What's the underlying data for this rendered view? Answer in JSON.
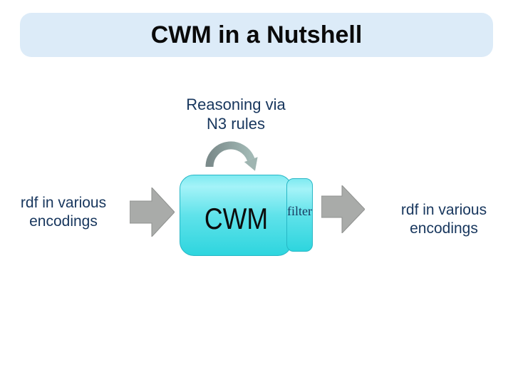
{
  "slide": {
    "title": "CWM in a Nutshell"
  },
  "labels": {
    "reasoning_line1": "Reasoning via",
    "reasoning_line2": "N3 rules",
    "input_line1": "rdf in various",
    "input_line2": "encodings",
    "output_line1": "rdf in various",
    "output_line2": "encodings",
    "cwm": "CWM",
    "filter": "filter"
  },
  "icons": {
    "loop_arrow": "loop-arrow-icon",
    "input_arrow": "right-arrow-icon",
    "output_arrow": "right-arrow-icon"
  },
  "colors": {
    "title_bar_bg": "#dcebf8",
    "title_text": "#0a0a0a",
    "body_text": "#17365d",
    "box_fill_top": "#a4f3f8",
    "box_fill_bottom": "#2ed5de",
    "box_border": "#27b7c6",
    "arrow_gray": "#a9aba9",
    "loop_arrow_dark": "#7b8b8b",
    "loop_arrow_light": "#a2b9b5"
  }
}
